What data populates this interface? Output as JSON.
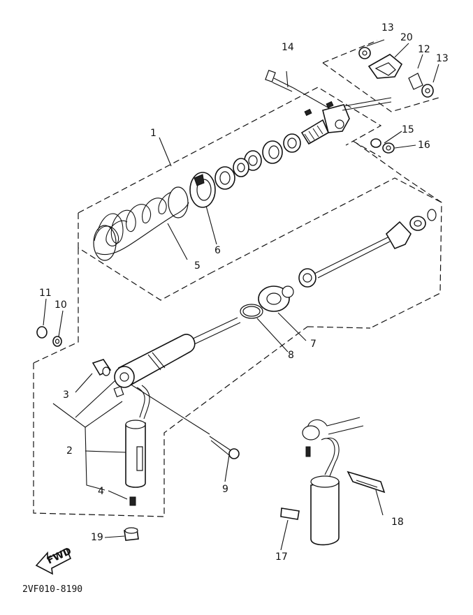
{
  "diagram": {
    "code": "2VF010-8190",
    "fwd_label": "FWD",
    "callouts": {
      "c1": "1",
      "c2": "2",
      "c3": "3",
      "c4": "4",
      "c5": "5",
      "c6": "6",
      "c7": "7",
      "c8": "8",
      "c9": "9",
      "c10": "10",
      "c11": "11",
      "c12": "12",
      "c13a": "13",
      "c13b": "13",
      "c14": "14",
      "c15": "15",
      "c16": "16",
      "c17": "17",
      "c18": "18",
      "c19": "19",
      "c20": "20"
    }
  }
}
